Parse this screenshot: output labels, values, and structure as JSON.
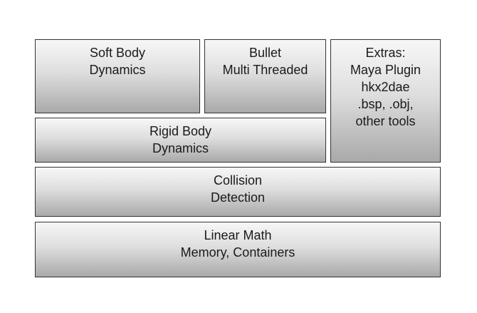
{
  "diagram": {
    "blocks": [
      {
        "id": "soft-body-dynamics",
        "lines": [
          "Soft Body",
          "Dynamics"
        ]
      },
      {
        "id": "bullet-multi-threaded",
        "lines": [
          "Bullet",
          "Multi Threaded"
        ]
      },
      {
        "id": "extras",
        "lines": [
          "Extras:",
          "Maya Plugin",
          "hkx2dae",
          ".bsp, .obj,",
          "other tools"
        ]
      },
      {
        "id": "rigid-body-dynamics",
        "lines": [
          "Rigid Body",
          "Dynamics"
        ]
      },
      {
        "id": "collision-detection",
        "lines": [
          "Collision",
          "Detection"
        ]
      },
      {
        "id": "linear-math",
        "lines": [
          "Linear Math",
          "Memory, Containers"
        ]
      }
    ]
  }
}
